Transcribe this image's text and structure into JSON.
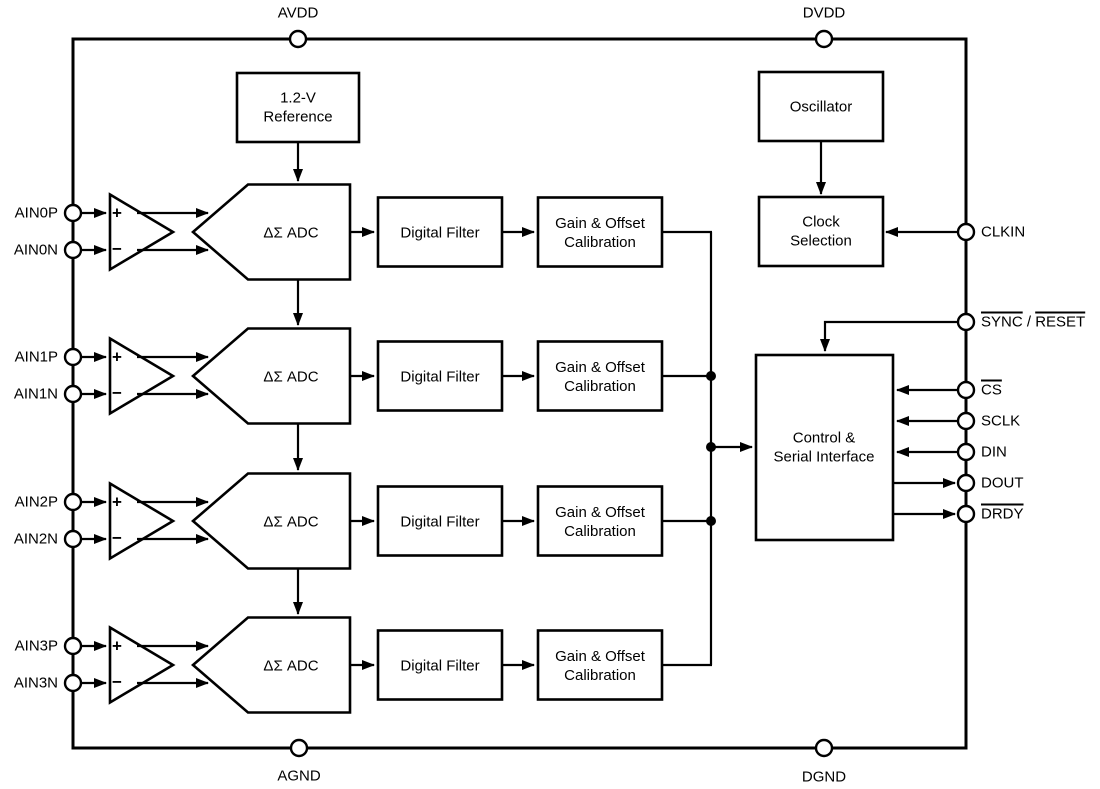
{
  "diagram": {
    "kind": "functional-block-diagram",
    "colors": {
      "line": "#000000",
      "background": "#ffffff"
    },
    "pins": {
      "top": {
        "avdd": "AVDD",
        "dvdd": "DVDD"
      },
      "bottom": {
        "agnd": "AGND",
        "dgnd": "DGND"
      },
      "left": [
        "AIN0P",
        "AIN0N",
        "AIN1P",
        "AIN1N",
        "AIN2P",
        "AIN2N",
        "AIN3P",
        "AIN3N"
      ],
      "right": {
        "clkin": {
          "label": "CLKIN",
          "overline": false
        },
        "sync_reset": {
          "sync": "SYNC",
          "separator": " / ",
          "reset": "RESET",
          "overline": "both-words"
        },
        "cs": {
          "label": "CS",
          "overline": true
        },
        "sclk": {
          "label": "SCLK",
          "overline": false
        },
        "din": {
          "label": "DIN",
          "overline": false
        },
        "dout": {
          "label": "DOUT",
          "overline": false
        },
        "drdy": {
          "label": "DRDY",
          "overline": true
        }
      }
    },
    "blocks": {
      "reference": {
        "line1": "1.2-V",
        "line2": "Reference"
      },
      "oscillator": {
        "label": "Oscillator"
      },
      "clock_selection": {
        "line1": "Clock",
        "line2": "Selection"
      },
      "control_serial": {
        "line1": "Control &",
        "line2": "Serial Interface"
      }
    },
    "channels": [
      {
        "amp_plus": "+",
        "amp_minus": "−",
        "adc": "ΔΣ ADC",
        "filter": "Digital Filter",
        "cal_line1": "Gain & Offset",
        "cal_line2": "Calibration"
      },
      {
        "amp_plus": "+",
        "amp_minus": "−",
        "adc": "ΔΣ ADC",
        "filter": "Digital Filter",
        "cal_line1": "Gain & Offset",
        "cal_line2": "Calibration"
      },
      {
        "amp_plus": "+",
        "amp_minus": "−",
        "adc": "ΔΣ ADC",
        "filter": "Digital Filter",
        "cal_line1": "Gain & Offset",
        "cal_line2": "Calibration"
      },
      {
        "amp_plus": "+",
        "amp_minus": "−",
        "adc": "ΔΣ ADC",
        "filter": "Digital Filter",
        "cal_line1": "Gain & Offset",
        "cal_line2": "Calibration"
      }
    ]
  }
}
